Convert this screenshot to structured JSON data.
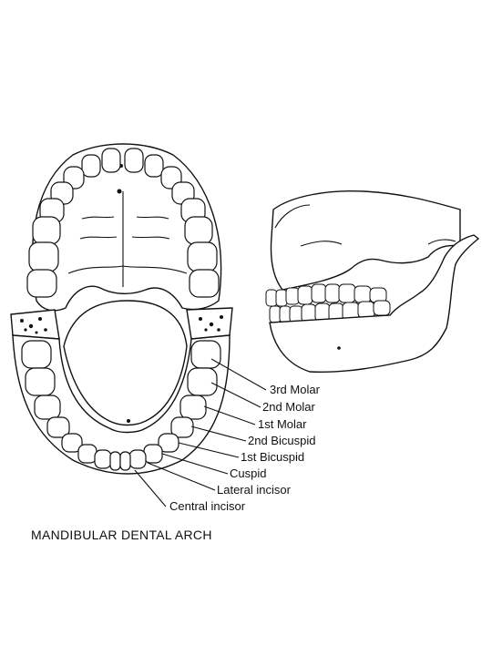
{
  "labels": {
    "third_molar": "3rd Molar",
    "second_molar": "2nd Molar",
    "first_molar": "1st Molar",
    "second_bicuspid": "2nd Bicuspid",
    "first_bicuspid": "1st Bicuspid",
    "cuspid": "Cuspid",
    "lateral_incisor": "Lateral incisor",
    "central_incisor": "Central incisor"
  },
  "caption": "MANDIBULAR DENTAL ARCH",
  "colors": {
    "ink": "#111111",
    "paper": "#ffffff"
  }
}
